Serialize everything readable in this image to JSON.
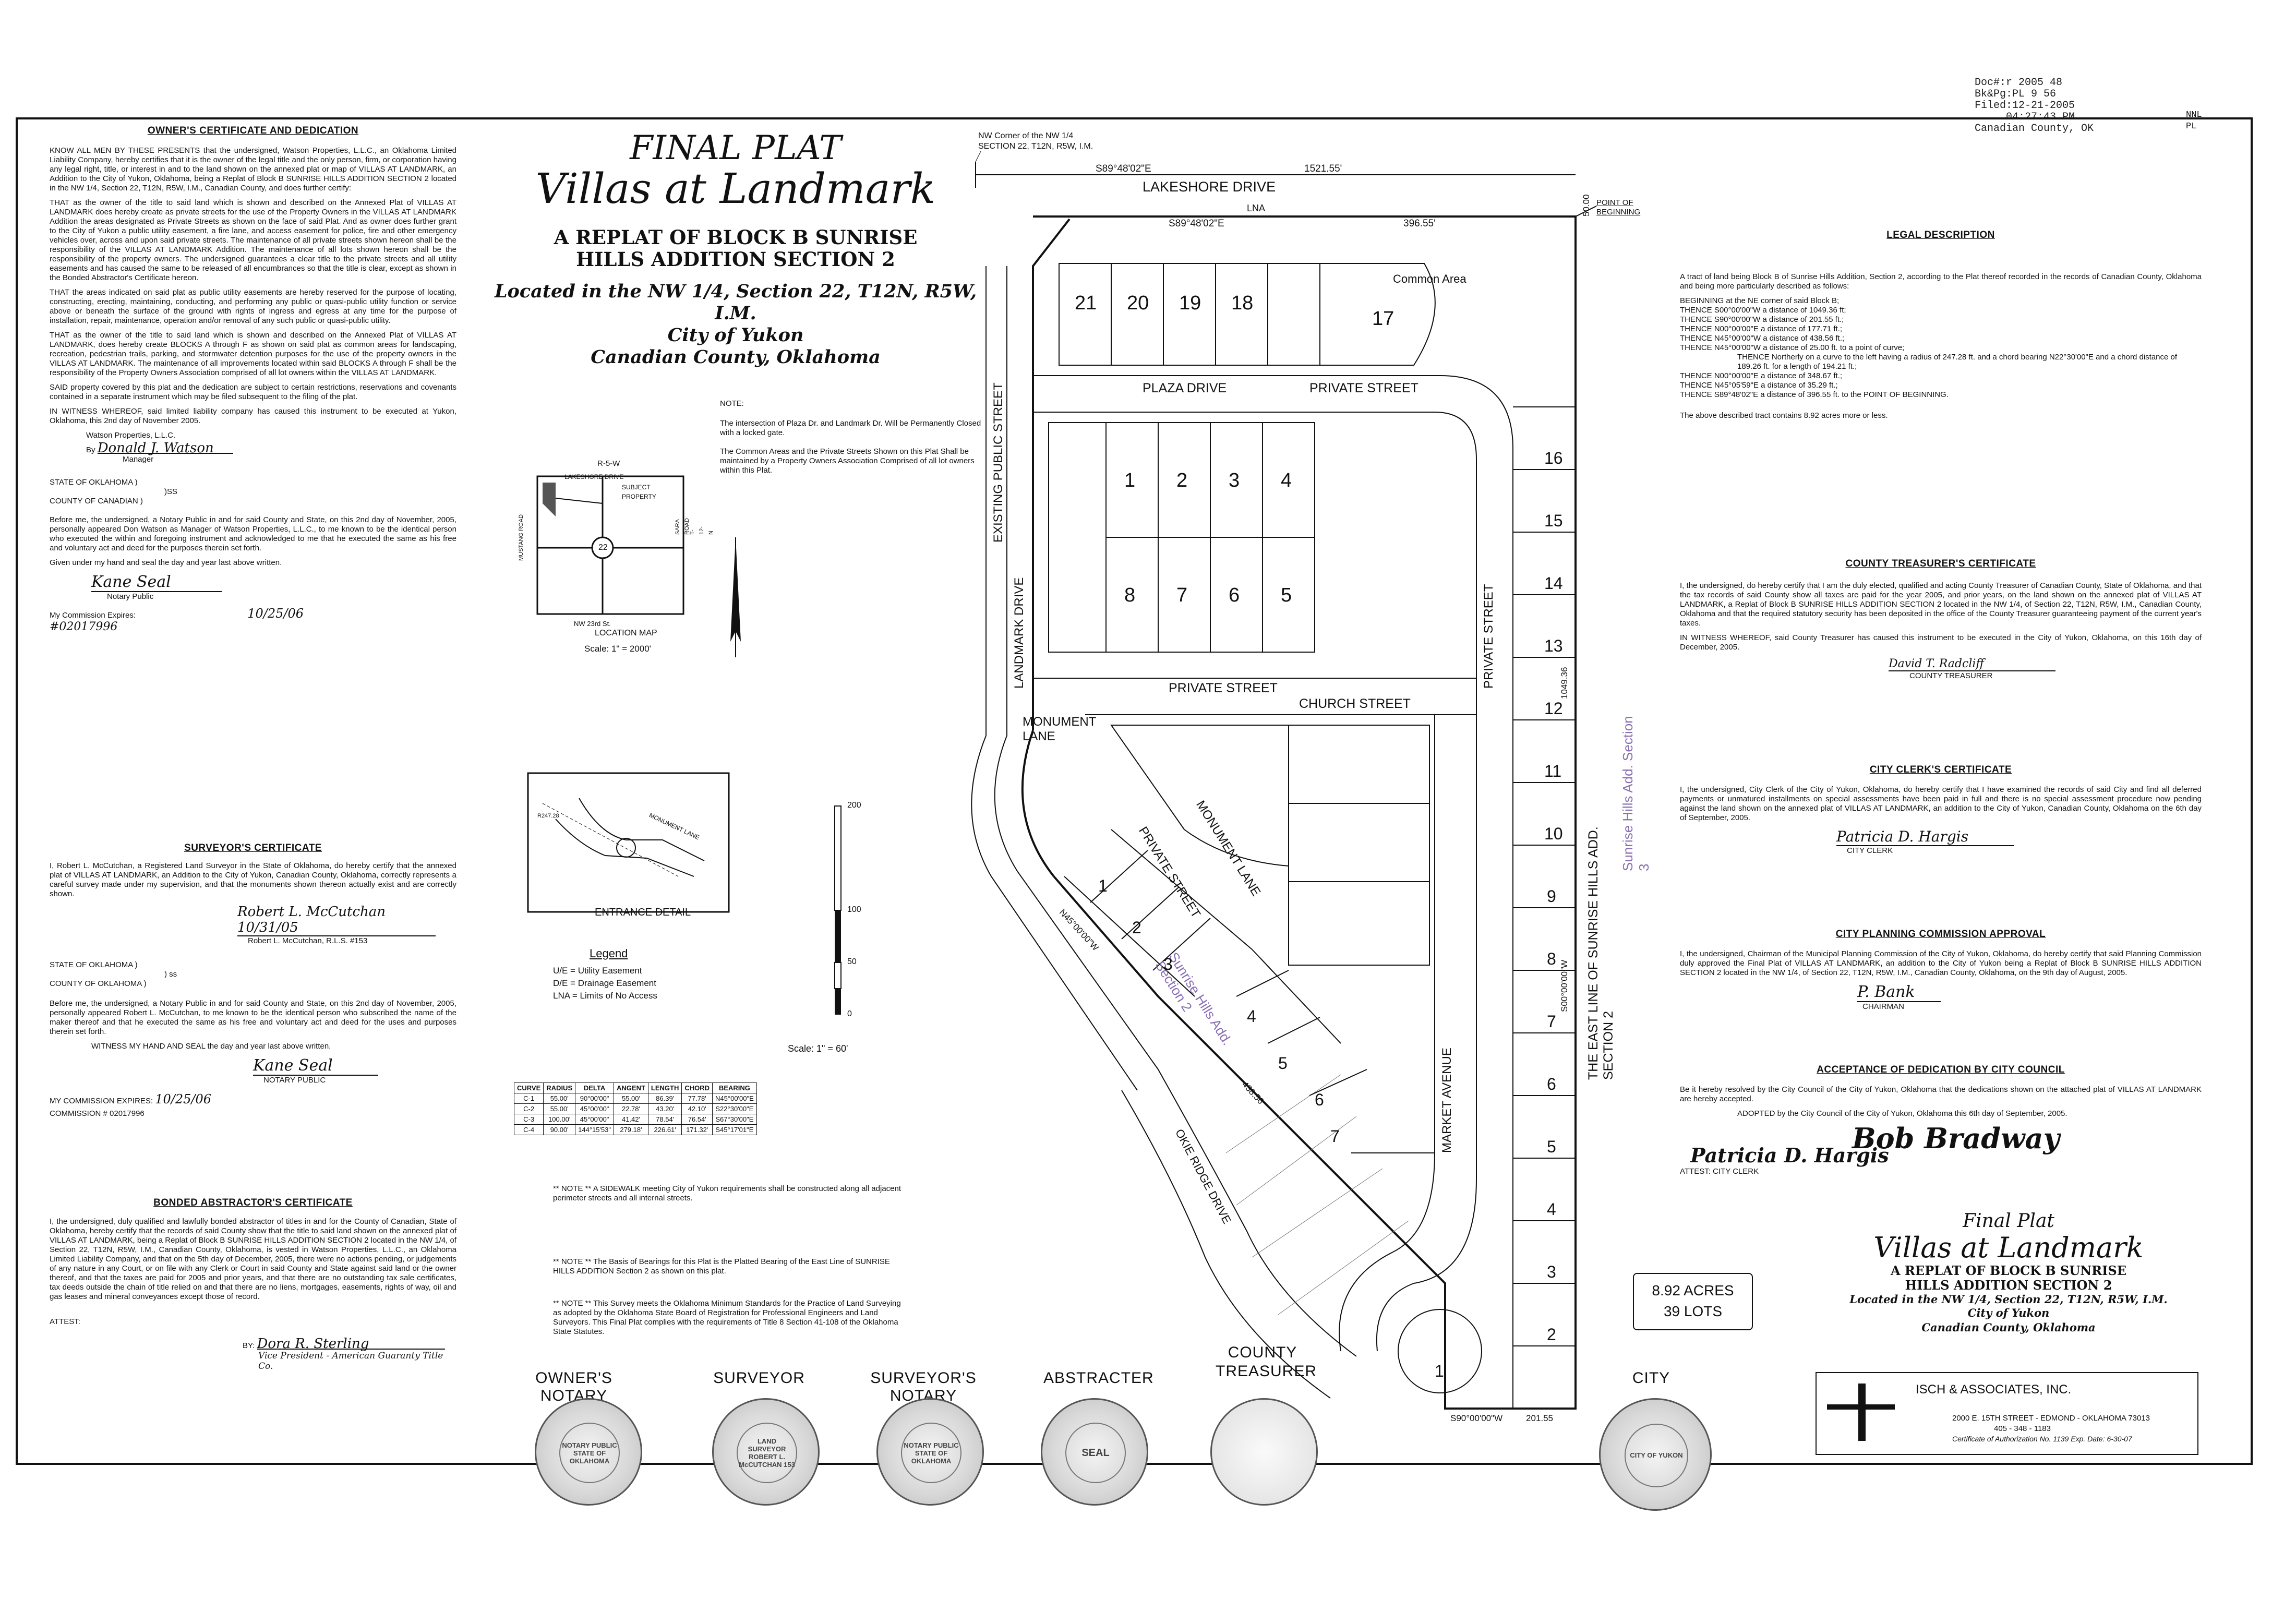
{
  "stamp": [
    "Doc#:r 2005 48",
    "Bk&Pg:PL 9 56",
    "Filed:12-21-2005",
    "04:27:43 PM",
    "Canadian County, OK"
  ],
  "stamp_side": [
    "NNL",
    "PL"
  ],
  "title": {
    "main1": "FINAL PLAT",
    "main2": "Villas at Landmark",
    "sub": "A REPLAT OF BLOCK B SUNRISE HILLS ADDITION SECTION 2",
    "loc": "Located in the NW 1/4, Section 22, T12N, R5W, I.M.",
    "city": "City of Yukon",
    "county": "Canadian County, Oklahoma"
  },
  "owners_cert": {
    "heading": "OWNER'S CERTIFICATE AND DEDICATION",
    "p1": "KNOW ALL MEN BY THESE PRESENTS that the undersigned, Watson Properties, L.L.C., an Oklahoma Limited Liability Company, hereby certifies that it is the owner of the legal title and the only person, firm, or corporation having any legal right, title, or interest in and to the land shown on the annexed plat or map of VILLAS AT LANDMARK, an Addition to the City of Yukon, Oklahoma, being a Replat of Block B SUNRISE HILLS ADDITION SECTION 2 located in the NW 1/4, Section 22, T12N, R5W, I.M., Canadian County, and does further certify:",
    "p2": "THAT as the owner of the title to said land which is shown and described on the Annexed Plat of VILLAS AT LANDMARK does hereby create as private streets for the use of the Property Owners in the VILLAS AT LANDMARK Addition the areas designated as Private Streets as shown on the face of said Plat. And as owner does further grant to the City of Yukon a public utility easement, a fire lane, and access easement for police, fire and other emergency vehicles over, across and upon said private streets. The maintenance of all private streets shown hereon shall be the responsibility of the VILLAS AT LANDMARK Addition. The maintenance of all lots shown hereon shall be the responsibility of the property owners. The undersigned guarantees a clear title to the private streets and all utility easements and has caused the same to be released of all encumbrances so that the title is clear, except as shown in the Bonded Abstractor's Certificate hereon.",
    "p3": "THAT the areas indicated on said plat as public utility easements are hereby reserved for the purpose of locating, constructing, erecting, maintaining, conducting, and performing any public or quasi-public utility function or service above or beneath the surface of the ground with rights of ingress and egress at any time for the purpose of installation, repair, maintenance, operation and/or removal of any such public or quasi-public utility.",
    "p4": "THAT as the owner of the title to said land which is shown and described on the Annexed Plat of VILLAS AT LANDMARK, does hereby create BLOCKS A through F as shown on said plat as common areas for landscaping, recreation, pedestrian trails, parking, and stormwater detention purposes for the use of the property owners in the VILLAS AT LANDMARK. The maintenance of all improvements located within said BLOCKS A through F shall be the responsibility of the Property Owners Association comprised of all lot owners within the VILLAS AT LANDMARK.",
    "p5": "SAID property covered by this plat and the dedication are subject to certain restrictions, reservations and covenants contained in a separate instrument which may be filed subsequent to the filing of the plat.",
    "p6": "IN WITNESS WHEREOF, said limited liability company has caused this instrument to be executed at Yukon, Oklahoma, this 2nd day of November 2005.",
    "company": "Watson Properties, L.L.C.",
    "by": "By",
    "sig": "Donald J. Watson",
    "role": "Manager",
    "state": "STATE OF OKLAHOMA )",
    "ss": ")SS",
    "county": "COUNTY OF CANADIAN )",
    "notary_p": "Before me, the undersigned, a Notary Public in and for said County and State, on this 2nd day of November, 2005, personally appeared Don Watson as Manager of Watson Properties, L.L.C., to me known to be the identical person who executed the within and foregoing instrument and acknowledged to me that he executed the same as his free and voluntary act and deed for the purposes therein set forth.",
    "given": "Given under my hand and seal the day and year last above written.",
    "notary_sig": "Kane Seal",
    "notary_label": "Notary Public",
    "commission": "My Commission Expires:",
    "commission_no": "#02017996",
    "commission_date": "10/25/06"
  },
  "surveyor_cert": {
    "heading": "SURVEYOR'S CERTIFICATE",
    "p1": "I, Robert L. McCutchan, a Registered Land Surveyor in the State of Oklahoma, do hereby certify that the annexed plat of VILLAS AT LANDMARK, an Addition to the City of Yukon, Canadian County, Oklahoma, correctly represents a careful survey made under my supervision, and that the monuments shown thereon actually exist and are correctly shown.",
    "sig": "Robert L. McCutchan 10/31/05",
    "name": "Robert L. McCutchan, R.L.S. #153",
    "state": "STATE OF OKLAHOMA )",
    "ss": ") ss",
    "county": "COUNTY OF OKLAHOMA )",
    "notary_p": "Before me, the undersigned, a Notary Public in and for said County and State, on this 2nd day of November, 2005, personally appeared Robert L. McCutchan, to me known to be the identical person who subscribed the name of the maker thereof and that he executed the same as his free and voluntary act and deed for the uses and purposes therein set forth.",
    "witness": "WITNESS MY HAND AND SEAL the day and year last above written.",
    "notary_sig": "Kane Seal",
    "notary_label": "NOTARY PUBLIC",
    "commission": "MY COMMISSION EXPIRES:",
    "commission_date": "10/25/06",
    "commission_no": "COMMISSION # 02017996"
  },
  "abstractor_cert": {
    "heading": "BONDED ABSTRACTOR'S CERTIFICATE",
    "p1": "I, the undersigned, duly qualified and lawfully bonded abstractor of titles in and for the County of Canadian, State of Oklahoma, hereby certify that the records of said County show that the title to said land shown on the annexed plat of VILLAS AT LANDMARK, being a Replat of Block B SUNRISE HILLS ADDITION SECTION 2 located in the NW 1/4, of Section 22, T12N, R5W, I.M., Canadian County, Oklahoma, is vested in Watson Properties, L.L.C., an Oklahoma Limited Liability Company, and that on the 5th day of December, 2005, there were no actions pending, or judgements of any nature in any Court, or on file with any Clerk or Court in said County and State against said land or the owner thereof, and that the taxes are paid for 2005 and prior years, and that there are no outstanding tax sale certificates, tax deeds outside the chain of title relied on and that there are no liens, mortgages, easements, rights of way, oil and gas leases and mineral conveyances except those of record.",
    "attest": "ATTEST:",
    "by": "BY:",
    "sig": "Dora R. Sterling",
    "role": "Vice President - American Guaranty Title Co."
  },
  "location_map": {
    "road_top": "R-5-W",
    "lakeshore": "LAKESHORE DRIVE",
    "subject": "SUBJECT PROPERTY",
    "mustang": "MUSTANG ROAD",
    "sara": "SARA ROAD",
    "t12n": "T-12-N",
    "section": "22",
    "bottom_road": "NW 23rd St.",
    "label": "LOCATION MAP",
    "scale": "Scale: 1\" = 2000'"
  },
  "entrance": {
    "label": "ENTRANCE DETAIL",
    "monument_lane": "MONUMENT LANE",
    "r": "R247.28"
  },
  "scale_bar": {
    "labels": [
      "200",
      "100",
      "50",
      "0"
    ],
    "scale": "Scale: 1\" = 60'"
  },
  "legend": {
    "heading": "Legend",
    "items": [
      "U/E  =  Utility Easement",
      "D/E  =  Drainage Easement",
      "LNA  =  Limits of No Access"
    ]
  },
  "curve_table": {
    "headers": [
      "CURVE",
      "RADIUS",
      "DELTA",
      "ANGENT",
      "LENGTH",
      "CHORD",
      "BEARING"
    ],
    "rows": [
      [
        "C-1",
        "55.00'",
        "90°00'00\"",
        "55.00'",
        "86.39'",
        "77.78'",
        "N45°00'00\"E"
      ],
      [
        "C-2",
        "55.00'",
        "45°00'00\"",
        "22.78'",
        "43.20'",
        "42.10'",
        "S22°30'00\"E"
      ],
      [
        "C-3",
        "100.00'",
        "45°00'00\"",
        "41.42'",
        "78.54'",
        "76.54'",
        "S67°30'00\"E"
      ],
      [
        "C-4",
        "90.00'",
        "144°15'53\"",
        "279.18'",
        "226.61'",
        "171.32'",
        "S45°17'01\"E"
      ]
    ]
  },
  "notes": {
    "note_top_title": "NOTE:",
    "note_top_1": "The intersection of Plaza Dr. and Landmark Dr. Will be Permanently Closed with a locked gate.",
    "note_top_2": "The Common Areas and the Private Streets Shown on this Plat Shall be maintained by a Property Owners Association Comprised of all lot owners within this Plat.",
    "sidewalk": "** NOTE **  A SIDEWALK meeting City of Yukon requirements shall be constructed along all adjacent perimeter streets and all internal streets.",
    "bearings": "** NOTE **  The Basis of Bearings for this Plat is the Platted Bearing of the East Line of SUNRISE HILLS ADDITION Section 2 as shown on this plat.",
    "survey": "** NOTE ** This Survey meets the Oklahoma Minimum Standards for the Practice of Land Surveying as adopted by the Oklahoma State Board of Registration for Professional Engineers and Land Surveyors. This Final Plat complies with the requirements of Title 8 Section 41-108 of the Oklahoma State Statutes."
  },
  "plat": {
    "nw_corner": "NW Corner of the NW 1/4",
    "nw_corner2": "SECTION 22, T12N, R5W, I.M.",
    "lakeshore_bearing": "S89°48'02\"E",
    "lakeshore_dist": "1521.55'",
    "lakeshore": "LAKESHORE DRIVE",
    "lna": "LNA",
    "top_bearing": "S89°48'02\"E",
    "top_dist": "396.55'",
    "right_dist": "50.00",
    "pob": "POINT OF BEGINNING",
    "common_area": "Common Area",
    "plaza": "PLAZA DRIVE",
    "private_street": "PRIVATE STREET",
    "church": "CHURCH STREET",
    "monument_lane": "MONUMENT LANE",
    "monument_lane2": "MONUMENT LANE",
    "private_street2": "PRIVATE STREET",
    "market": "MARKET AVENUE",
    "private_street3": "PRIVATE STREET",
    "existing": "EXISTING PUBLIC STREET",
    "landmark": "LANDMARK DRIVE",
    "okie": "OKIE RIDGE DRIVE",
    "east_line": "THE EAST LINE OF SUNRISE HILLS ADD. SECTION 2",
    "east_bearing": "S00°00'00\"W",
    "east_dist": "1049.36",
    "sunrise3": "Sunrise Hills Add. Section 3",
    "sunrise2": "Sunrise Hills Add. Section 2",
    "bottom_bearing": "S90°00'00\"W",
    "bottom_dist": "201.55",
    "diag_bearing": "N45°00'00\"W",
    "diag_dist": "438.56",
    "top_lots": [
      "21",
      "20",
      "19",
      "18",
      "17"
    ],
    "block_a": [
      "1",
      "2",
      "3",
      "4",
      "5",
      "6",
      "7",
      "8"
    ],
    "east_lots": [
      "16",
      "15",
      "14",
      "13",
      "12",
      "11",
      "10",
      "9",
      "8",
      "7",
      "6",
      "5",
      "4",
      "3",
      "2",
      "1"
    ],
    "west_lots": [
      "1",
      "2",
      "3",
      "4",
      "5",
      "6",
      "7"
    ],
    "acres": "8.92 ACRES",
    "lots": "39 LOTS"
  },
  "legal": {
    "heading": "LEGAL DESCRIPTION",
    "p1": "A tract of land being Block B of Sunrise Hills Addition, Section 2, according to the Plat thereof recorded in the records of Canadian County, Oklahoma and being more particularly described as follows:",
    "lines": [
      "BEGINNING at the NE corner of said Block B;",
      "THENCE S00°00'00\"W a distance of 1049.36 ft;",
      "THENCE S90°00'00\"W a distance of 201.55 ft.;",
      "THENCE N00°00'00\"E a distance of 177.71 ft.;",
      "THENCE N45°00'00\"W a distance of 438.56 ft.;",
      "THENCE N45°00'00\"W a distance of 25.00 ft. to a point of curve;",
      "THENCE Northerly on a curve to the left having a radius of 247.28 ft. and a chord bearing N22°30'00\"E and a chord distance of 189.26 ft. for a length of 194.21 ft.;",
      "THENCE N00°00'00\"E a distance of 348.67 ft.;",
      "THENCE N45°05'59\"E a distance of 35.29 ft.;",
      "THENCE S89°48'02\"E a distance of 396.55 ft. to the POINT OF BEGINNING."
    ],
    "contains": "The above described tract contains 8.92 acres more or less."
  },
  "treasurer": {
    "heading": "COUNTY TREASURER'S CERTIFICATE",
    "p1": "I, the undersigned, do hereby certify that I am the duly elected, qualified and acting County Treasurer of Canadian County, State of Oklahoma, and that the tax records of said County show all taxes are paid for the year 2005, and prior years, on the land shown on the annexed plat of VILLAS AT LANDMARK, a Replat of Block B SUNRISE HILLS ADDITION SECTION 2 located in the NW 1/4, of Section 22, T12N, R5W, I.M., Canadian County, Oklahoma and that the required statutory security has been deposited in the office of the County Treasurer guaranteeing payment of the current year's taxes.",
    "p2": "IN WITNESS WHEREOF, said County Treasurer has caused this instrument to be executed in the City of Yukon, Oklahoma, on this 16th day of December, 2005.",
    "sig": "David T. Radcliff",
    "role": "COUNTY TREASURER"
  },
  "clerk": {
    "heading": "CITY CLERK'S CERTIFICATE",
    "p1": "I, the undersigned, City Clerk of the City of Yukon, Oklahoma, do hereby certify that I have examined the records of said City and find all deferred payments or unmatured installments on special assessments have been paid in full and there is no special assessment procedure now pending against the land shown on the annexed plat of VILLAS AT LANDMARK, an addition to the City of Yukon, Canadian County, Oklahoma on the 6th day of September, 2005.",
    "sig": "Patricia D. Hargis",
    "role": "CITY CLERK"
  },
  "planning": {
    "heading": "CITY PLANNING COMMISSION APPROVAL",
    "p1": "I, the undersigned, Chairman of the Municipal Planning Commission of the City of Yukon, Oklahoma, do hereby certify that said Planning Commission duly approved the Final Plat of VILLAS AT LANDMARK, an addition to the City of Yukon being a Replat of Block B SUNRISE HILLS ADDITION SECTION 2 located in the NW 1/4, of Section 22, T12N, R5W, I.M., Canadian County, Oklahoma, on the 9th day of August, 2005.",
    "sig": "P. Bank",
    "role": "CHAIRMAN"
  },
  "council": {
    "heading": "ACCEPTANCE OF DEDICATION BY CITY COUNCIL",
    "p1": "Be it hereby resolved by the City Council of the City of Yukon, Oklahoma that the dedications shown on the attached plat of VILLAS AT LANDMARK are hereby accepted.",
    "p2": "ADOPTED by the City Council of the City of Yukon, Oklahoma this 6th day of September, 2005.",
    "sig_mayor": "Bob Bradway",
    "sig_clerk": "Patricia D. Hargis",
    "attest": "ATTEST: CITY CLERK"
  },
  "title_bottom": {
    "l1": "Final Plat",
    "l2": "Villas at Landmark",
    "l3": "A REPLAT OF BLOCK B SUNRISE HILLS ADDITION SECTION 2",
    "l4": "Located in the NW 1/4, Section 22, T12N, R5W, I.M.",
    "l5": "City of Yukon",
    "l6": "Canadian County, Oklahoma"
  },
  "firm": {
    "name": "ISCH & ASSOCIATES, INC.",
    "addr": "2000 E. 15TH STREET - EDMOND - OKLAHOMA  73013",
    "phone": "405 - 348 - 1183",
    "cert": "Certificate of Authorization No. 1139    Exp. Date: 6-30-07"
  },
  "seals": {
    "labels": [
      "OWNER'S NOTARY",
      "SURVEYOR",
      "SURVEYOR'S NOTARY",
      "ABSTRACTER",
      "COUNTY TREASURER",
      "CITY"
    ],
    "texts": [
      "NOTARY PUBLIC STATE OF OKLAHOMA",
      "LAND SURVEYOR ROBERT L. McCUTCHAN 153",
      "NOTARY PUBLIC STATE OF OKLAHOMA",
      "SEAL",
      "",
      "CITY OF YUKON"
    ]
  }
}
